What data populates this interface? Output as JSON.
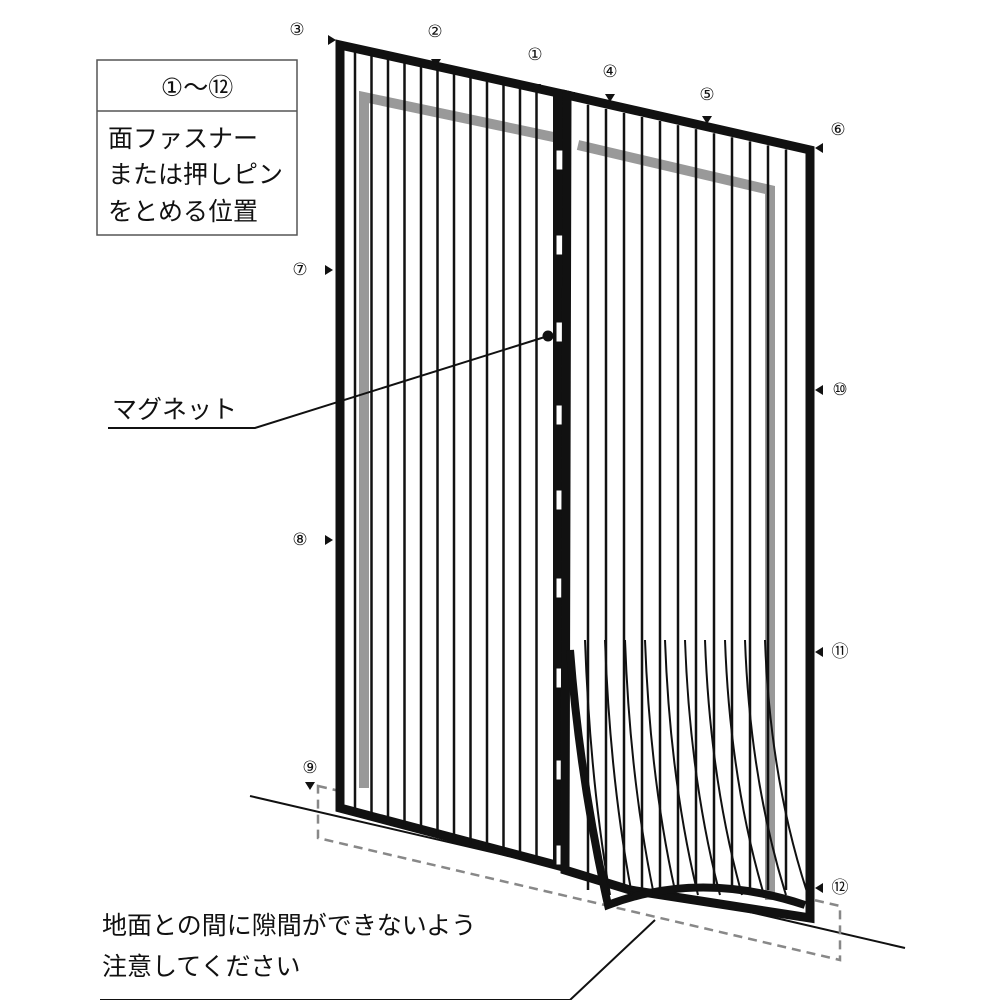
{
  "legend_box": {
    "range": "①～⑫",
    "lines": [
      "面ファスナー",
      "または押しピン",
      "をとめる位置"
    ]
  },
  "magnet_label": "マグネット",
  "note_lines": [
    "地面との間に隙間ができないよう",
    "注意してください"
  ],
  "markers": [
    {
      "id": "1",
      "symbol": "①"
    },
    {
      "id": "2",
      "symbol": "②"
    },
    {
      "id": "3",
      "symbol": "③"
    },
    {
      "id": "4",
      "symbol": "④"
    },
    {
      "id": "5",
      "symbol": "⑤"
    },
    {
      "id": "6",
      "symbol": "⑥"
    },
    {
      "id": "7",
      "symbol": "⑦"
    },
    {
      "id": "8",
      "symbol": "⑧"
    },
    {
      "id": "9",
      "symbol": "⑨"
    },
    {
      "id": "10",
      "symbol": "⑩"
    },
    {
      "id": "11",
      "symbol": "⑪"
    },
    {
      "id": "12",
      "symbol": "⑫"
    }
  ]
}
